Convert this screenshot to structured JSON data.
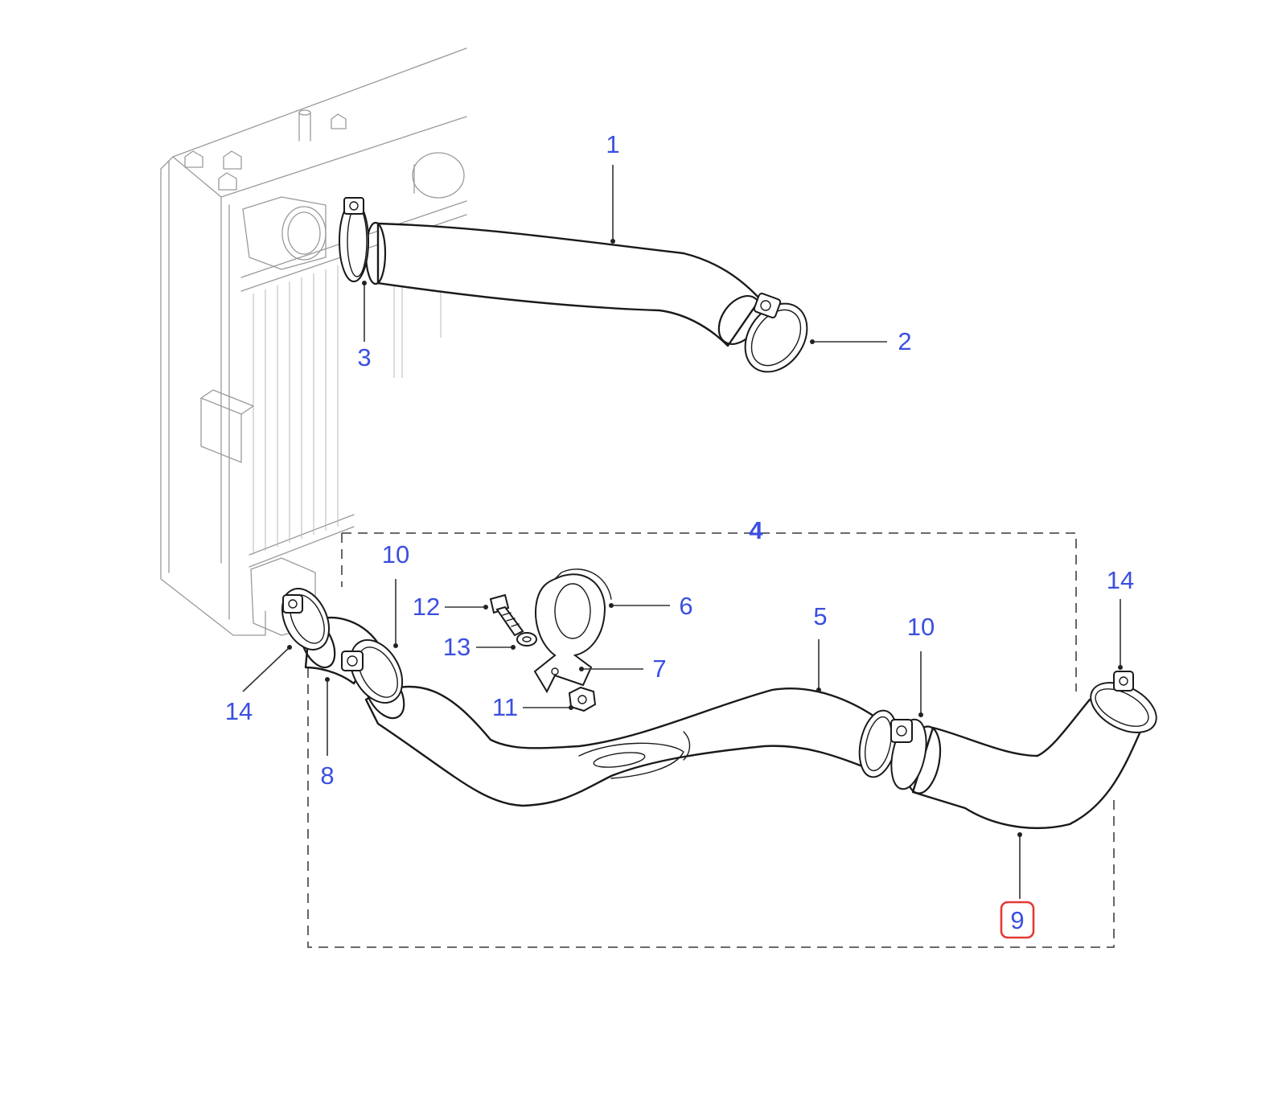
{
  "diagram": {
    "callouts": [
      {
        "id": "c1",
        "label": "1"
      },
      {
        "id": "c2",
        "label": "2"
      },
      {
        "id": "c3",
        "label": "3"
      },
      {
        "id": "c4",
        "label": "4"
      },
      {
        "id": "c5",
        "label": "5"
      },
      {
        "id": "c6",
        "label": "6"
      },
      {
        "id": "c7",
        "label": "7"
      },
      {
        "id": "c8",
        "label": "8"
      },
      {
        "id": "c9",
        "label": "9"
      },
      {
        "id": "c10a",
        "label": "10"
      },
      {
        "id": "c10b",
        "label": "10"
      },
      {
        "id": "c11",
        "label": "11"
      },
      {
        "id": "c12",
        "label": "12"
      },
      {
        "id": "c13",
        "label": "13"
      },
      {
        "id": "c14a",
        "label": "14"
      },
      {
        "id": "c14b",
        "label": "14"
      }
    ],
    "highlighted_callout": "9",
    "colors": {
      "callout_text": "#3b4fe0",
      "highlight_box": "#e53935",
      "line_art": "#1a1a1a",
      "background": "#ffffff"
    }
  }
}
